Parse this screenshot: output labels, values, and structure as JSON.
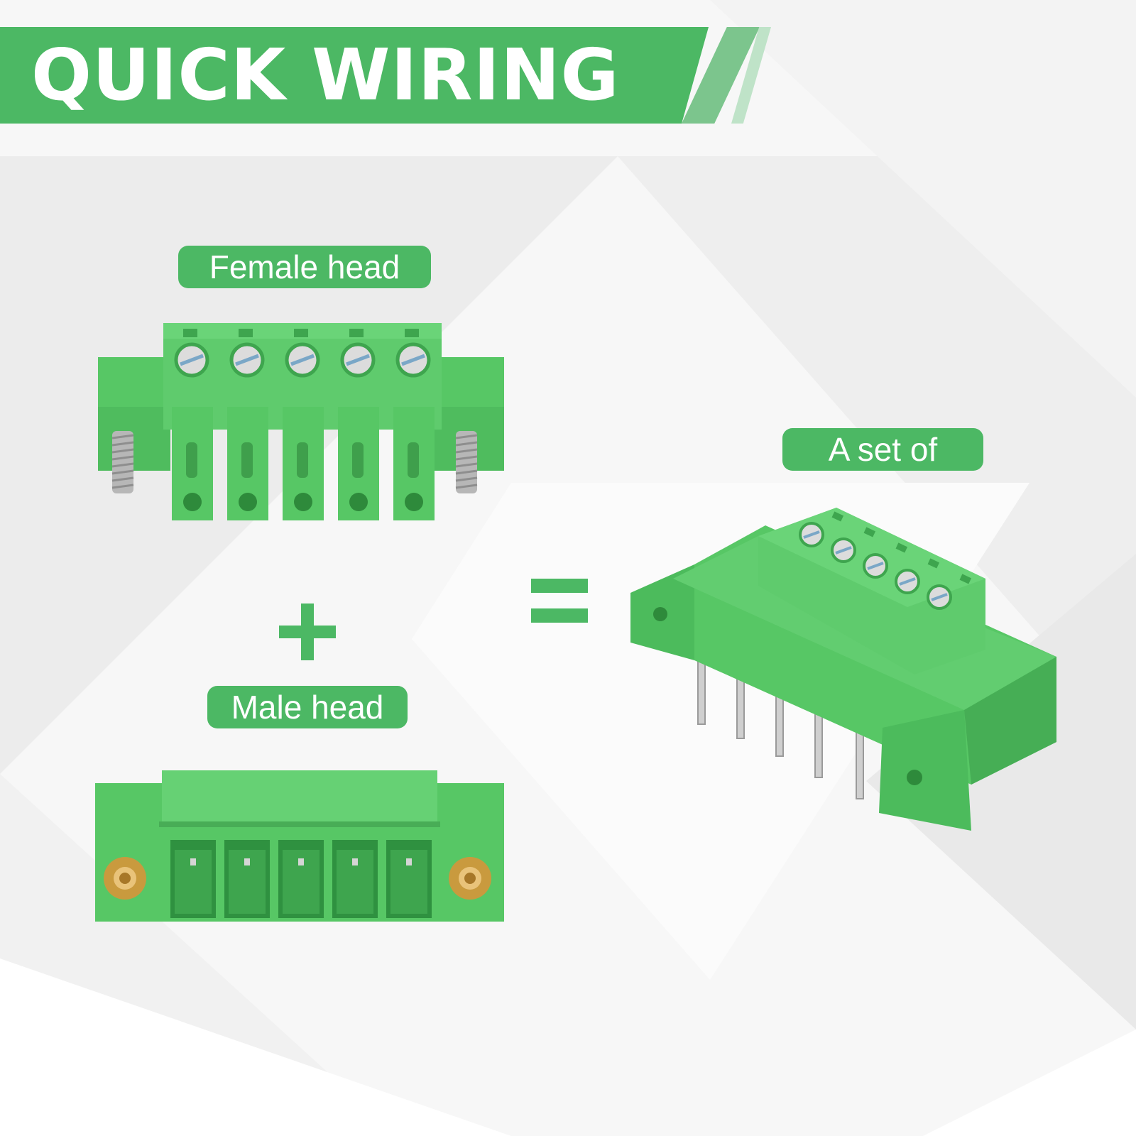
{
  "banner": {
    "title": "QUICK WIRING"
  },
  "labels": {
    "female_head": "Female head",
    "male_head": "Male head",
    "set": "A set of"
  },
  "symbols": {
    "plus": "plus-icon",
    "equals": "equals-icon"
  },
  "colors": {
    "brand_green": "#4cb864",
    "connector_green": "#57c765",
    "connector_dark": "#3ea54e",
    "connector_light": "#78d683"
  }
}
